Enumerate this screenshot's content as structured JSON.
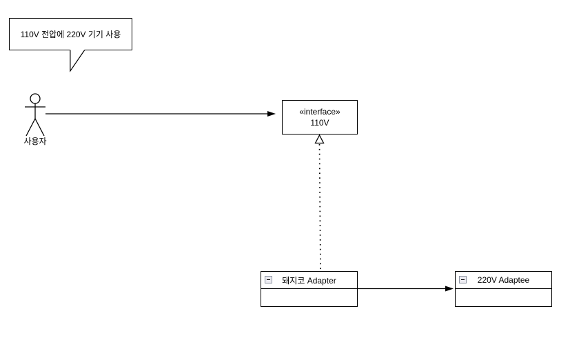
{
  "diagram": {
    "note": {
      "text": "110V 전압에 220V 기기 사용"
    },
    "actor": {
      "label": "사용자"
    },
    "classes": {
      "interface": {
        "stereotype": "«interface»",
        "name": "110V"
      },
      "adapter": {
        "name": "돼지코 Adapter"
      },
      "adaptee": {
        "name": "220V Adaptee"
      }
    },
    "relationships": [
      {
        "from": "사용자",
        "to": "110V",
        "type": "directed-association",
        "style": "solid-line-filled-arrow"
      },
      {
        "from": "돼지코 Adapter",
        "to": "110V",
        "type": "realization",
        "style": "dotted-line-hollow-triangle"
      },
      {
        "from": "돼지코 Adapter",
        "to": "220V Adaptee",
        "type": "directed-association",
        "style": "solid-line-filled-arrow"
      }
    ],
    "icons": {
      "collapse": "minus-square-icon"
    },
    "colors": {
      "stroke": "#000000",
      "background": "#ffffff",
      "collapse_icon_border": "#8e95a3",
      "collapse_icon_fill": "#ecebf1"
    }
  }
}
